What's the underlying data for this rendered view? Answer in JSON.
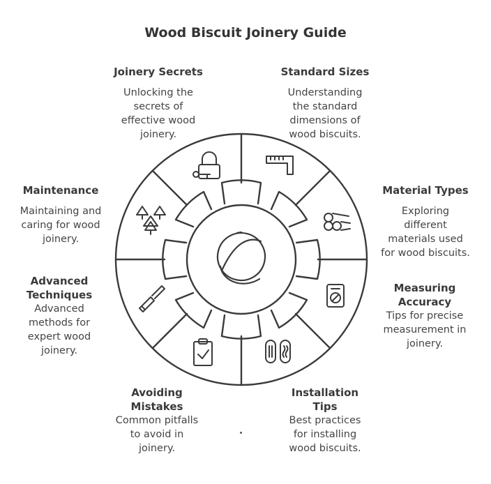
{
  "title": "Wood Biscuit Joinery Guide",
  "sections": [
    {
      "key": "joinery_secrets",
      "heading": "Joinery Secrets",
      "description": [
        "Unlocking the",
        "secrets of",
        "effective wood",
        "joinery."
      ],
      "icon": "key-lock-icon"
    },
    {
      "key": "standard_sizes",
      "heading": "Standard Sizes",
      "description": [
        "Understanding",
        "the standard",
        "dimensions of",
        "wood biscuits."
      ],
      "icon": "ruler-icon"
    },
    {
      "key": "material_types",
      "heading": "Material Types",
      "description": [
        "Exploring",
        "different",
        "materials used",
        "for wood biscuits."
      ],
      "icon": "logs-icon"
    },
    {
      "key": "measuring_accuracy",
      "heading": "Measuring Accuracy",
      "description": [
        "Tips for precise",
        "measurement in",
        "joinery."
      ],
      "icon": "measuring-device-icon"
    },
    {
      "key": "installation_tips",
      "heading": "Installation Tips",
      "description": [
        "Best practices",
        "for installing",
        "wood biscuits."
      ],
      "icon": "biscuits-icon"
    },
    {
      "key": "avoiding_mistakes",
      "heading": "Avoiding Mistakes",
      "description": [
        "Common pitfalls",
        "to avoid in",
        "joinery."
      ],
      "icon": "clipboard-check-icon"
    },
    {
      "key": "advanced_techniques",
      "heading": "Advanced Techniques",
      "description": [
        "Advanced",
        "methods for",
        "expert wood",
        "joinery."
      ],
      "icon": "chisel-icon"
    },
    {
      "key": "maintenance",
      "heading": "Maintenance",
      "description": [
        "Maintaining and",
        "caring for wood",
        "joinery."
      ],
      "icon": "trees-icon"
    }
  ],
  "center_icon": "wood-biscuit-icon"
}
